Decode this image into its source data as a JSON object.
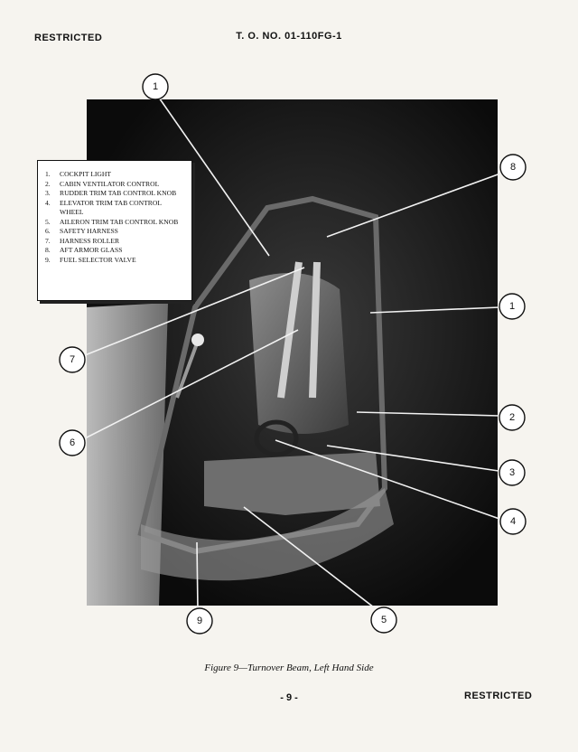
{
  "header": {
    "left": "RESTRICTED",
    "center": "T. O. NO. 01-110FG-1"
  },
  "legend": [
    {
      "num": "1.",
      "text": "COCKPIT LIGHT"
    },
    {
      "num": "2.",
      "text": "CABIN VENTILATOR CONTROL"
    },
    {
      "num": "3.",
      "text": "RUDDER TRIM TAB CONTROL KNOB"
    },
    {
      "num": "4.",
      "text": "ELEVATOR TRIM TAB CONTROL WHEEL"
    },
    {
      "num": "5.",
      "text": "AILERON TRIM TAB CONTROL KNOB"
    },
    {
      "num": "6.",
      "text": "SAFETY HARNESS"
    },
    {
      "num": "7.",
      "text": "HARNESS ROLLER"
    },
    {
      "num": "8.",
      "text": "AFT ARMOR GLASS"
    },
    {
      "num": "9.",
      "text": "FUEL SELECTOR VALVE"
    }
  ],
  "callouts": [
    {
      "label": "1"
    },
    {
      "label": "8"
    },
    {
      "label": "1"
    },
    {
      "label": "7"
    },
    {
      "label": "6"
    },
    {
      "label": "2"
    },
    {
      "label": "3"
    },
    {
      "label": "4"
    },
    {
      "label": "9"
    },
    {
      "label": "5"
    }
  ],
  "caption": "Figure 9—Turnover Beam, Left Hand Side",
  "footer": {
    "page": "- 9 -",
    "right": "RESTRICTED"
  }
}
